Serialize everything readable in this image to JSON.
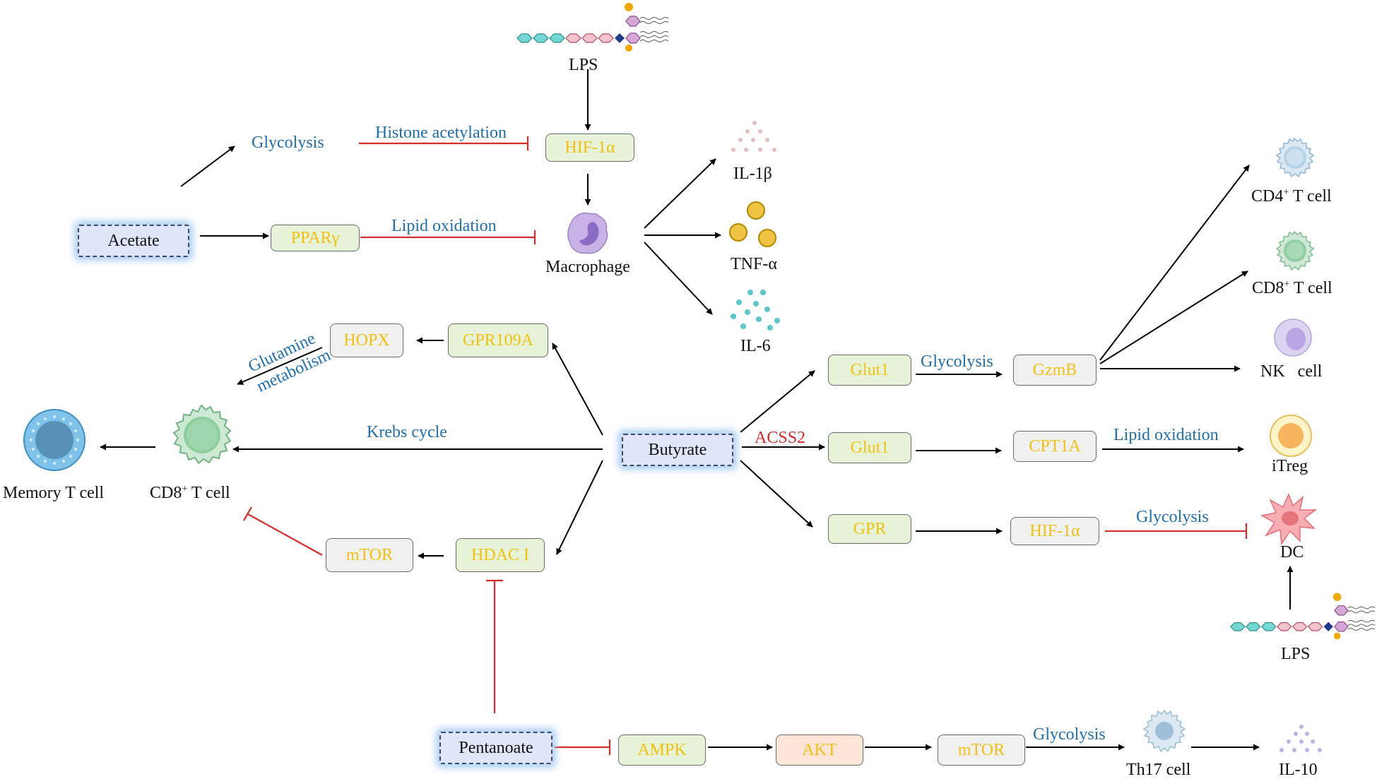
{
  "nodes": {
    "lps_top": "LPS",
    "lps_bottom": "LPS",
    "glycolysis_acetate": "Glycolysis",
    "histone_acetylation": "Histone acetylation",
    "hif1a_top": "HIF-1α",
    "acetate": "Acetate",
    "ppar": "PPARγ",
    "lipid_oxidation_top": "Lipid oxidation",
    "macrophage": "Macrophage",
    "il1b": "IL-1β",
    "tnfa": "TNF-α",
    "il6": "IL-6",
    "hopx": "HOPX",
    "gpr109a": "GPR109A",
    "glutamine_line1": "Glutamine",
    "glutamine_line2": "metabolism",
    "memory_t": "Memory T cell",
    "cd8_left": "CD8",
    "krebs": "Krebs cycle",
    "butyrate": "Butyrate",
    "acss2": "ACSS2",
    "mtor_left": "mTOR",
    "hdac": "HDAC I",
    "glut1_top": "Glut1",
    "glycolysis_glut": "Glycolysis",
    "gzmb": "GzmB",
    "glut1_mid": "Glut1",
    "cpt1a": "CPT1A",
    "lipid_oxidation_right": "Lipid oxidation",
    "gpr": "GPR",
    "hif1a_right": "HIF-1α",
    "glycolysis_dc": "Glycolysis",
    "cd4_right": "CD4",
    "cd8_right": "CD8",
    "nk": "NK   cell",
    "itreg": "iTreg",
    "dc": "DC",
    "pentanoate": "Pentanoate",
    "ampk": "AMPK",
    "akt": "AKT",
    "mtor_bottom": "mTOR",
    "glycolysis_th17": "Glycolysis",
    "th17": "Th17 cell",
    "il10": "IL-10"
  },
  "superscript": "+",
  "t_cell_suffix": " T cell",
  "icons": [
    "lps-molecule-icon",
    "macrophage-icon",
    "cytokine-dots-icon",
    "tnf-particles-icon",
    "cd8-t-cell-icon",
    "memory-t-cell-icon",
    "cd4-t-cell-icon",
    "nk-cell-icon",
    "itreg-cell-icon",
    "dendritic-cell-icon",
    "th17-cell-icon"
  ],
  "colors": {
    "activation_arrow": "#000000",
    "inhibition": "#d42b2b",
    "process_text": "#1f6fae",
    "box_text": "#f2c011",
    "box_green": "#e6f3d6",
    "box_gray": "#f0f0f0",
    "box_orange": "#fde5d6",
    "source_box": "#dfe6f9",
    "source_glow": "#9cc8f2"
  }
}
